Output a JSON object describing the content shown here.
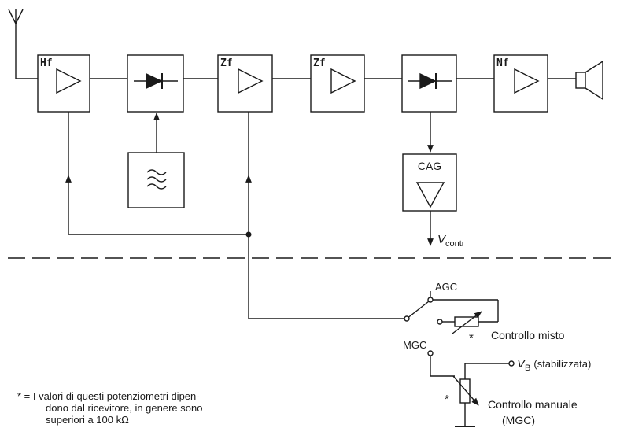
{
  "blocks": {
    "hf": "Hf",
    "zf1": "Zf",
    "zf2": "Zf",
    "nf": "Nf",
    "cag": "CAG"
  },
  "signals": {
    "vcontr_main": "V",
    "vcontr_sub": "contr",
    "agc": "AGC",
    "mgc": "MGC",
    "vb_main": "V",
    "vb_sub": "B",
    "vb_note": "(stabilizzata)"
  },
  "labels": {
    "asterisk": "*",
    "controllo_misto": "Controllo misto",
    "controllo_manuale": "Controllo manuale",
    "controllo_manuale_abbr": "(MGC)"
  },
  "footnote": {
    "line1": "* = I valori di questi potenziometri dipen-",
    "line2": "dono dal ricevitore, in genere sono",
    "line3": "superiori a 100 kΩ"
  }
}
